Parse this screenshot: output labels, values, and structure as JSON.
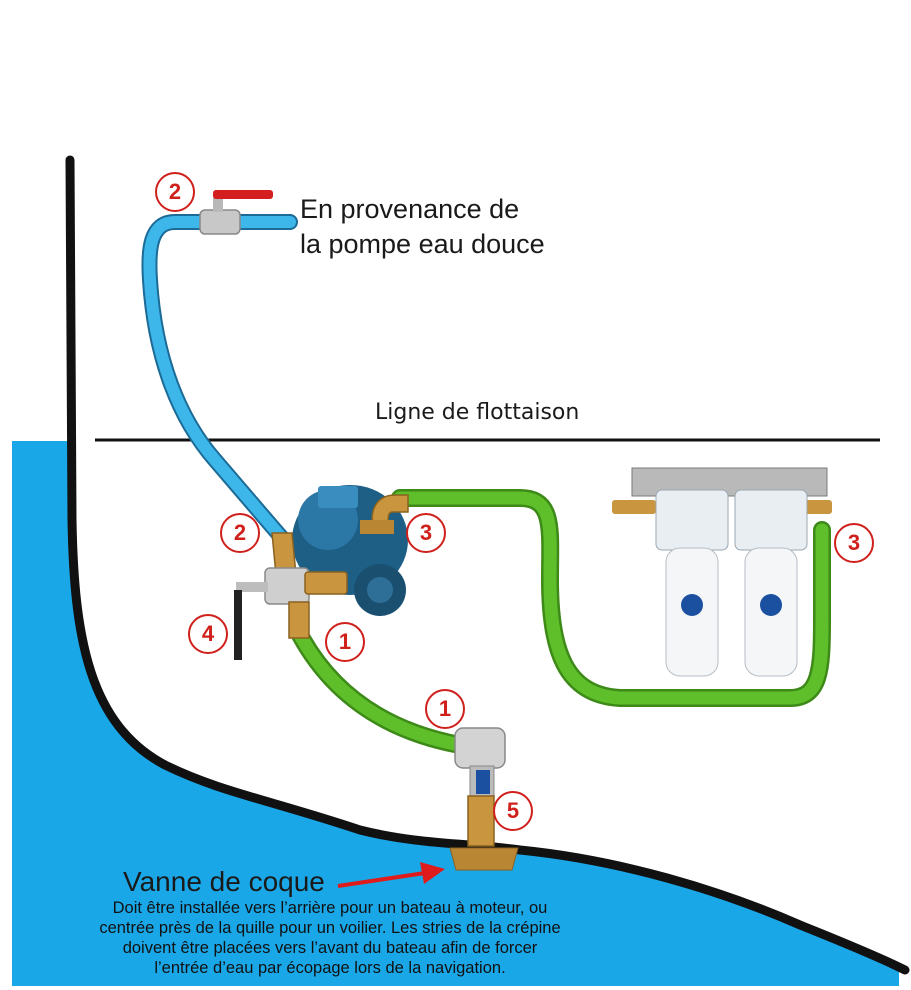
{
  "labels": {
    "source": [
      "En provenance de",
      "la pompe eau douce"
    ],
    "waterline": "Ligne de flottaison",
    "hull_valve_title": "Vanne de coque",
    "hull_valve_description": [
      "Doit être installée vers l’arrière pour un bateau à moteur, ou",
      "centrée près de la quille pour un voilier. Les stries de la crépine",
      "doivent être placées vers l’avant du bateau afin de forcer",
      "l’entrée d’eau par écopage lors de la navigation."
    ]
  },
  "markers": [
    {
      "id": "m2-top",
      "number": "2"
    },
    {
      "id": "m2-mid",
      "number": "2"
    },
    {
      "id": "m3-pump",
      "number": "3"
    },
    {
      "id": "m3-filter",
      "number": "3"
    },
    {
      "id": "m4",
      "number": "4"
    },
    {
      "id": "m1-pump",
      "number": "1"
    },
    {
      "id": "m1-strainer",
      "number": "1"
    },
    {
      "id": "m5",
      "number": "5"
    }
  ],
  "colors": {
    "water": "#1aa7e8",
    "fresh_water_hose": "#3db6ea",
    "raw_water_hose": "#5fbf2a",
    "hull": "#111111",
    "marker": "#d0201c",
    "pump": "#1e5f86",
    "brass": "#c9953e",
    "arrow": "#e01b1b"
  },
  "icons": [
    "ball-valve-icon",
    "pump-icon",
    "filter-housing-icon",
    "strainer-icon",
    "arrow-icon"
  ]
}
